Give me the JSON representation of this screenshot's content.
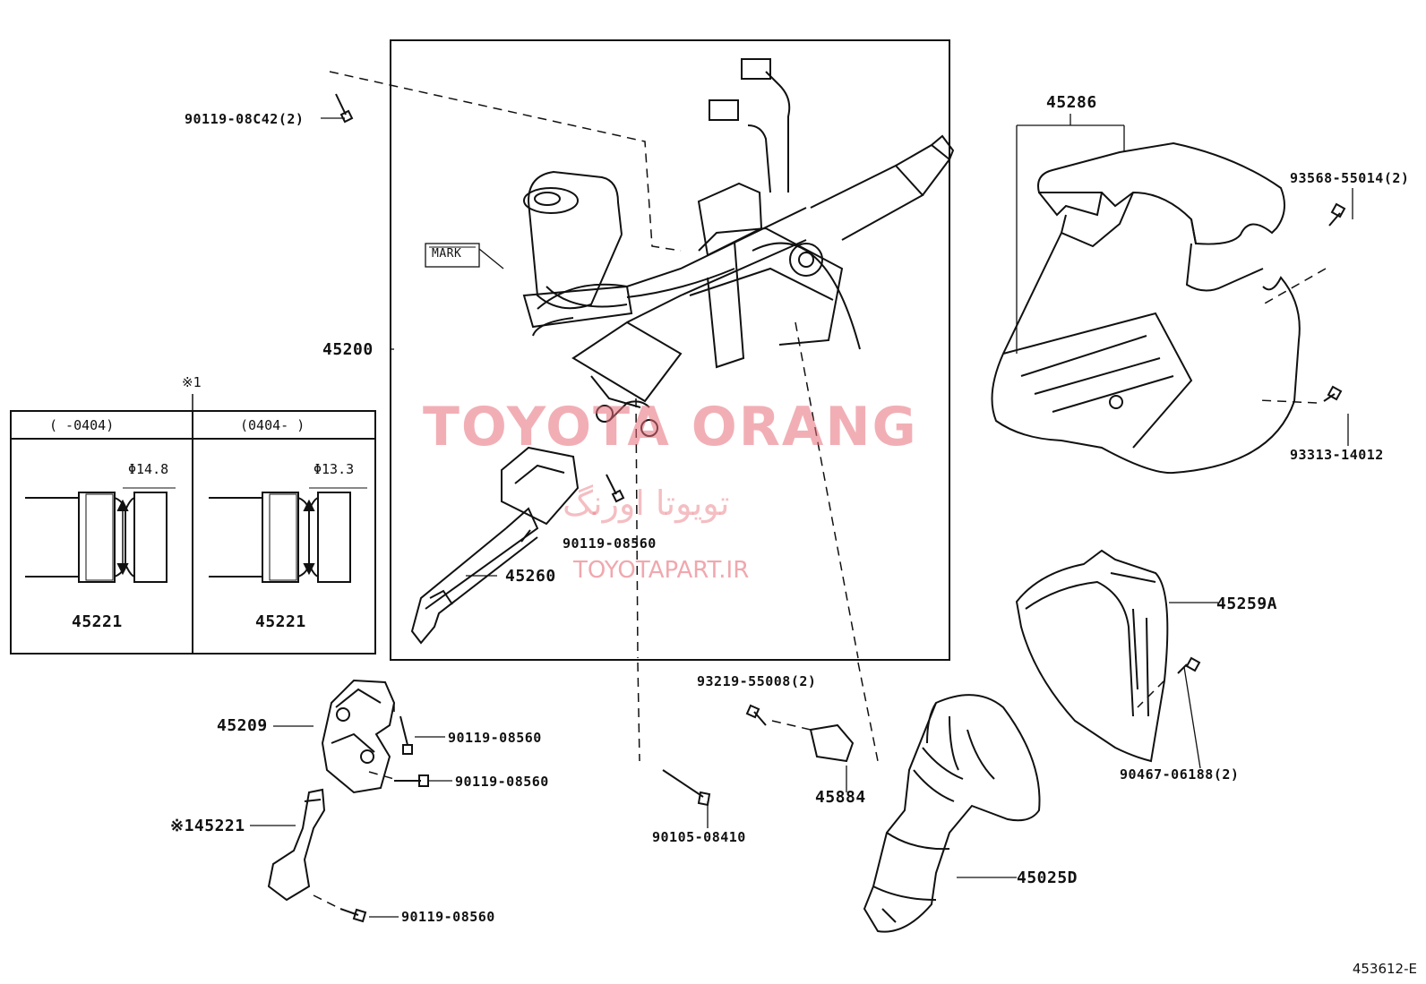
{
  "watermark": {
    "main": "TOYOTA ORANG",
    "persian": "تویوتا اورنگ",
    "url": "TOYOTAPART.IR"
  },
  "diagram_code": "453612-E",
  "inset": {
    "note_mark": "※1",
    "col_left_header": "(    -0404)",
    "col_right_header": "(0404-     )",
    "left_dim": "Φ14.8",
    "right_dim": "Φ13.3",
    "left_part": "45221",
    "right_part": "45221"
  },
  "callouts": {
    "bolt_top": "90119-08C42(2)",
    "column_assy": "45200",
    "mark_tag": "MARK",
    "shaft_bolt": "90119-08560",
    "intermediate_shaft": "45260",
    "upper_cover": "45286",
    "screw_upper": "93568-55014(2)",
    "screw_lower": "93313-14012",
    "lower_cover": "45259A",
    "clip": "90467-06188(2)",
    "joint": "45209",
    "joint_bolt_1": "90119-08560",
    "joint_bolt_2": "90119-08560",
    "sub_shaft": "※145221",
    "sub_shaft_bolt": "90119-08560",
    "long_bolt": "90105-08410",
    "stopper_screw": "93219-55008(2)",
    "stopper": "45884",
    "boot": "45025D"
  },
  "colors": {
    "line": "#111111",
    "watermark": "#e66e78"
  }
}
